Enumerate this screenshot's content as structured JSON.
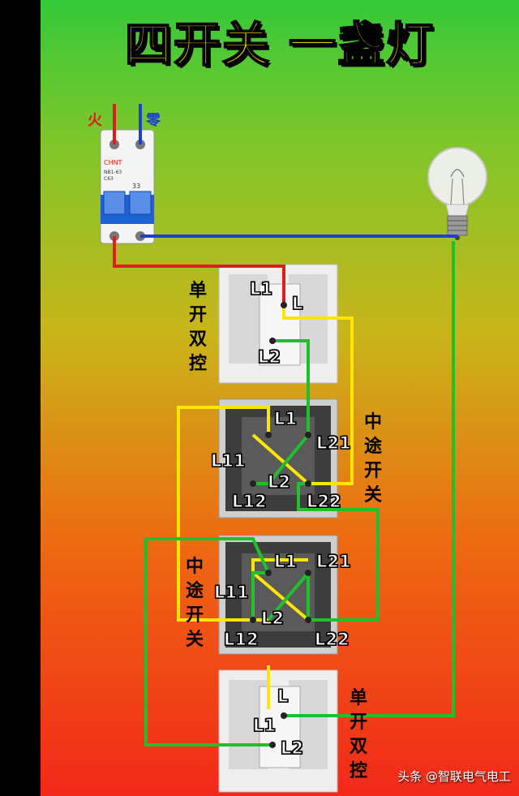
{
  "title": "四开关 一盏灯",
  "breaker": {
    "live_label": "火",
    "neutral_label": "零",
    "brand": "CHNT",
    "model": "NB1-63",
    "rating": "C63",
    "mark": "33"
  },
  "switches": [
    {
      "side_label": "单开双控",
      "terminals": {
        "top": "L1",
        "right_top": "L",
        "bottom": "L2"
      }
    },
    {
      "side_label": "中途开关",
      "terminals": {
        "l1": "L1",
        "l21": "L21",
        "l11": "L11",
        "l2": "L2",
        "l12": "L12",
        "l22": "L22"
      }
    },
    {
      "side_label": "中途开关",
      "terminals": {
        "l1": "L1",
        "l21": "L21",
        "l11": "L11",
        "l2": "L2",
        "l12": "L12",
        "l22": "L22"
      }
    },
    {
      "side_label": "单开双控",
      "terminals": {
        "l": "L",
        "l1": "L1",
        "l2": "L2"
      }
    }
  ],
  "colors": {
    "live_wire": "#e21b1b",
    "neutral_wire": "#1e3fd1",
    "traveler_yellow": "#ffe600",
    "traveler_green": "#1fbf2e",
    "switch_plate": "#eeeeee",
    "intermediate_plate": "#3d3d3d"
  },
  "watermark": "头条 @智联电气电工"
}
